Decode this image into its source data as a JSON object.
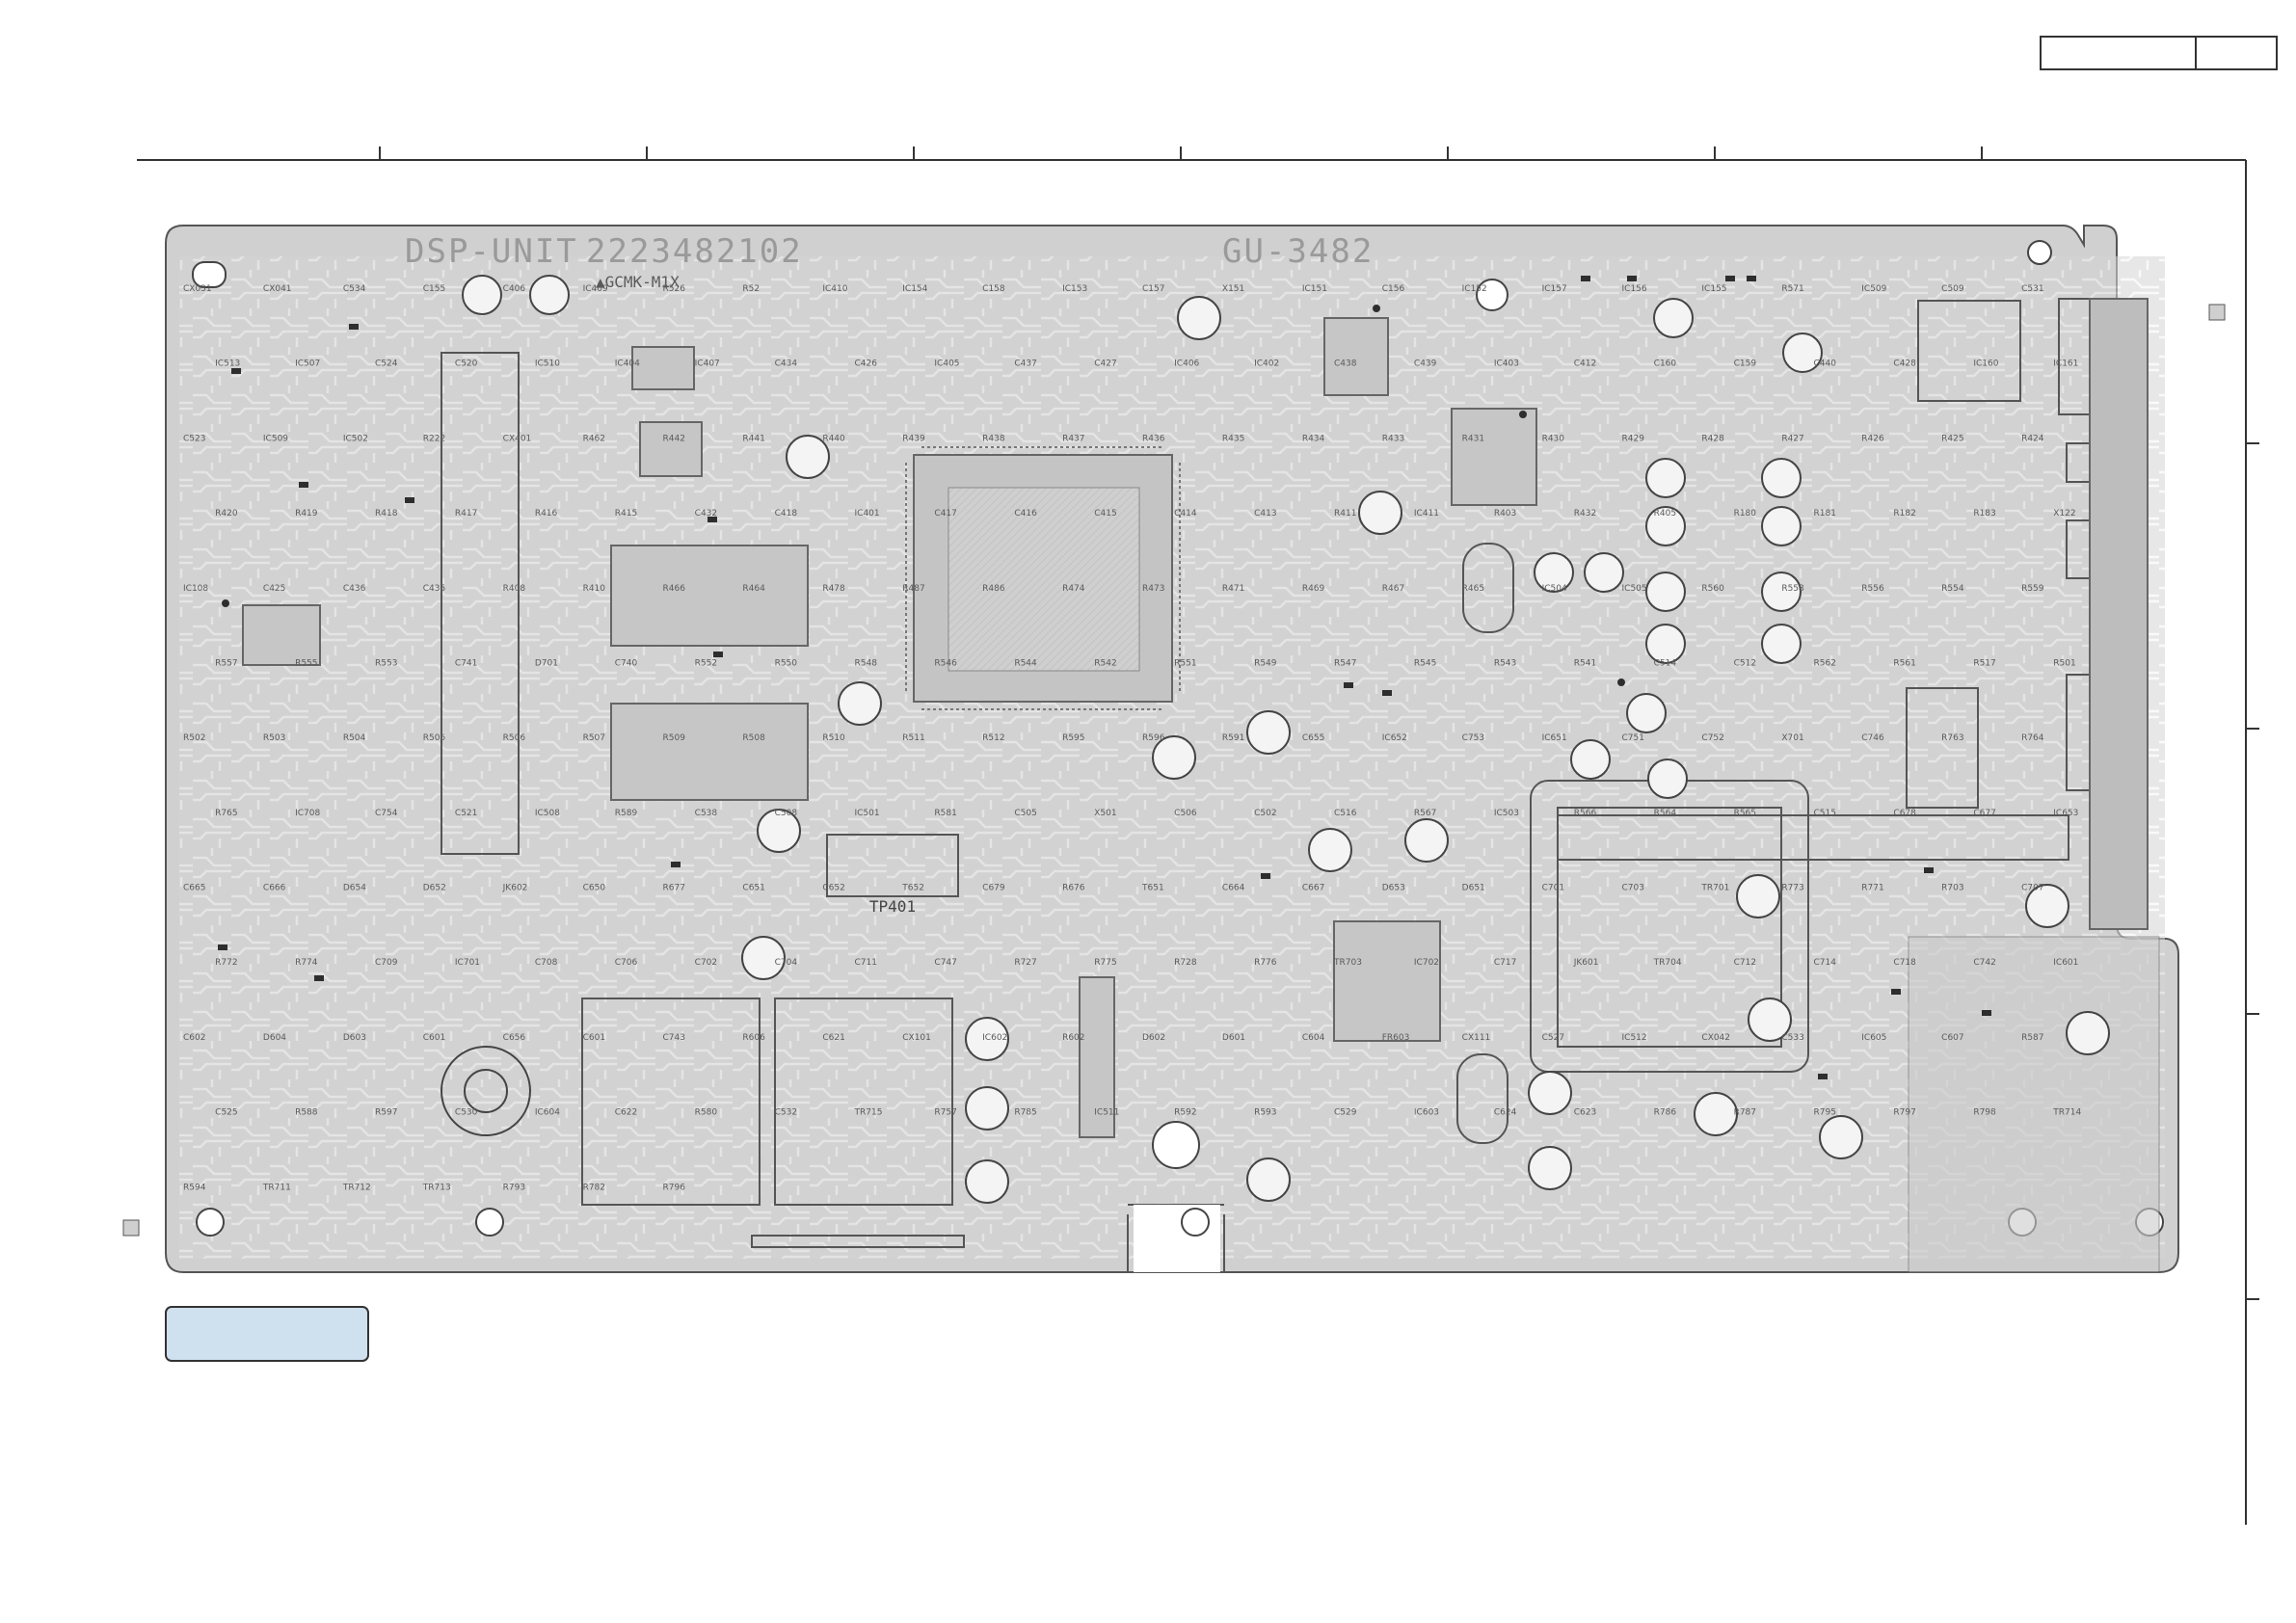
{
  "board": {
    "unit_name": "DSP-UNIT",
    "part_number": "2223482102",
    "board_code": "GU-3482",
    "marking": "▲GCMK-M1X",
    "connector_label": "TP401"
  },
  "title_block": {
    "cell_1": "",
    "cell_2": ""
  },
  "label_box": {
    "text": ""
  },
  "ref_labels": [
    "CX031",
    "CX041",
    "C534",
    "C155",
    "C406",
    "IC409",
    "R526",
    "R52",
    "IC410",
    "IC154",
    "C158",
    "IC153",
    "C157",
    "X151",
    "IC151",
    "C156",
    "IC152",
    "IC157",
    "IC156",
    "IC155",
    "R571",
    "IC509",
    "C509",
    "C531",
    "IC513",
    "IC507",
    "C524",
    "C520",
    "IC510",
    "IC404",
    "IC407",
    "C434",
    "C426",
    "IC405",
    "C437",
    "C427",
    "IC406",
    "IC402",
    "C438",
    "C439",
    "IC403",
    "C412",
    "C160",
    "C159",
    "C440",
    "C428",
    "IC160",
    "IC161",
    "C523",
    "IC509",
    "IC502",
    "R222",
    "CX401",
    "R462",
    "R442",
    "R441",
    "R440",
    "R439",
    "R438",
    "R437",
    "R436",
    "R435",
    "R434",
    "R433",
    "R431",
    "R430",
    "R429",
    "R428",
    "R427",
    "R426",
    "R425",
    "R424",
    "R420",
    "R419",
    "R418",
    "R417",
    "R416",
    "R415",
    "C432",
    "C418",
    "IC401",
    "C417",
    "C416",
    "C415",
    "C414",
    "C413",
    "R411",
    "IC411",
    "R403",
    "R432",
    "R405",
    "R180",
    "R181",
    "R182",
    "R183",
    "X122",
    "IC108",
    "C425",
    "C436",
    "C435",
    "R408",
    "R410",
    "R466",
    "R464",
    "R478",
    "R487",
    "R486",
    "R474",
    "R473",
    "R471",
    "R469",
    "R467",
    "R465",
    "IC504",
    "IC505",
    "R560",
    "R558",
    "R556",
    "R554",
    "R559",
    "R557",
    "R555",
    "R553",
    "C741",
    "D701",
    "C740",
    "R552",
    "R550",
    "R548",
    "R546",
    "R544",
    "R542",
    "R551",
    "R549",
    "R547",
    "R545",
    "R543",
    "R541",
    "C514",
    "C512",
    "R562",
    "R561",
    "R517",
    "R501",
    "R502",
    "R503",
    "R504",
    "R505",
    "R506",
    "R507",
    "R509",
    "R508",
    "R510",
    "R511",
    "R512",
    "R595",
    "R596",
    "R591",
    "C655",
    "IC652",
    "C753",
    "IC651",
    "C751",
    "C752",
    "X701",
    "C746",
    "R763",
    "R764",
    "R765",
    "IC708",
    "C754",
    "C521",
    "IC508",
    "R589",
    "C538",
    "C508",
    "IC501",
    "R581",
    "C505",
    "X501",
    "C506",
    "C502",
    "C516",
    "R567",
    "IC503",
    "R566",
    "R564",
    "R565",
    "C515",
    "C678",
    "C677",
    "IC653",
    "C665",
    "C666",
    "D654",
    "D652",
    "JK602",
    "C650",
    "R677",
    "C651",
    "C652",
    "T652",
    "C679",
    "R676",
    "T651",
    "C664",
    "C667",
    "D653",
    "D651",
    "C701",
    "C703",
    "TR701",
    "R773",
    "R771",
    "R703",
    "C707",
    "R772",
    "R774",
    "C709",
    "IC701",
    "C708",
    "C706",
    "C702",
    "C704",
    "C711",
    "C747",
    "R727",
    "R775",
    "R728",
    "R776",
    "TR703",
    "IC702",
    "C717",
    "JK601",
    "TR704",
    "C712",
    "C714",
    "C718",
    "C742",
    "IC601",
    "C602",
    "D604",
    "D603",
    "C601",
    "C656",
    "C601",
    "C743",
    "R606",
    "C621",
    "CX101",
    "IC602",
    "R602",
    "D602",
    "D601",
    "C604",
    "FR603",
    "CX111",
    "C527",
    "IC512",
    "CX042",
    "C533",
    "IC605",
    "C607",
    "R587",
    "C525",
    "R588",
    "R597",
    "C530",
    "IC604",
    "C622",
    "R580",
    "C532",
    "TR715",
    "R757",
    "R785",
    "IC511",
    "R592",
    "R593",
    "C529",
    "IC603",
    "C624",
    "C623",
    "R786",
    "R787",
    "R795",
    "R797",
    "R798",
    "TR714",
    "R594",
    "TR711",
    "TR712",
    "TR713",
    "R793",
    "R782",
    "R796"
  ]
}
